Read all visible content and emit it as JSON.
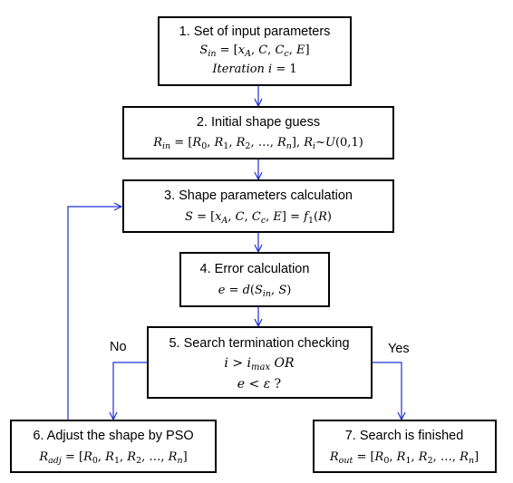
{
  "boxes": {
    "b1": {
      "title": "1. Set of input parameters",
      "line2": "S_in = [x_A,  C,  C_c,  E]",
      "line3": "Iteration i = 1"
    },
    "b2": {
      "title": "2. Initial shape guess",
      "line2": "R_in = [R_0, R_1, R_2, …, R_n],  R_i ~ U(0,1)"
    },
    "b3": {
      "title": "3. Shape parameters calculation",
      "line2": "S = [x_A,  C,  C_c,  E] = f_1(R)"
    },
    "b4": {
      "title": "4. Error calculation",
      "line2": "e = d(S_in, S)"
    },
    "b5": {
      "title": "5. Search termination checking",
      "line2": "i > i_max OR",
      "line3": "e < ε ?"
    },
    "b6": {
      "title": "6. Adjust the shape by PSO",
      "line2": "R_adj = [R_0, R_1, R_2, …, R_n]"
    },
    "b7": {
      "title": "7. Search is finished",
      "line2": "R_out = [R_0, R_1, R_2, …, R_n]"
    }
  },
  "labels": {
    "no": "No",
    "yes": "Yes"
  },
  "colors": {
    "arrow": "#1f2fd6",
    "box_border": "#000000"
  }
}
